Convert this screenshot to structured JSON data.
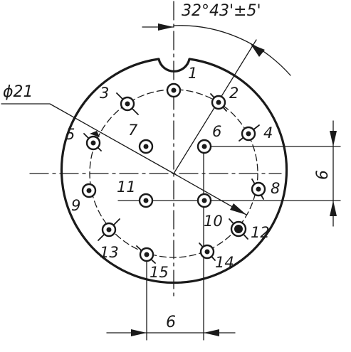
{
  "dimensions": {
    "angle": "32°43'±5'",
    "diameter": "ϕ21",
    "vertical_spacing": "6",
    "horizontal_spacing": "6"
  },
  "pins": [
    {
      "label": "1"
    },
    {
      "label": "2"
    },
    {
      "label": "3"
    },
    {
      "label": "4"
    },
    {
      "label": "5"
    },
    {
      "label": "6"
    },
    {
      "label": "7"
    },
    {
      "label": "8"
    },
    {
      "label": "9"
    },
    {
      "label": "10"
    },
    {
      "label": "11"
    },
    {
      "label": "12"
    },
    {
      "label": "13"
    },
    {
      "label": "14"
    },
    {
      "label": "15"
    }
  ]
}
